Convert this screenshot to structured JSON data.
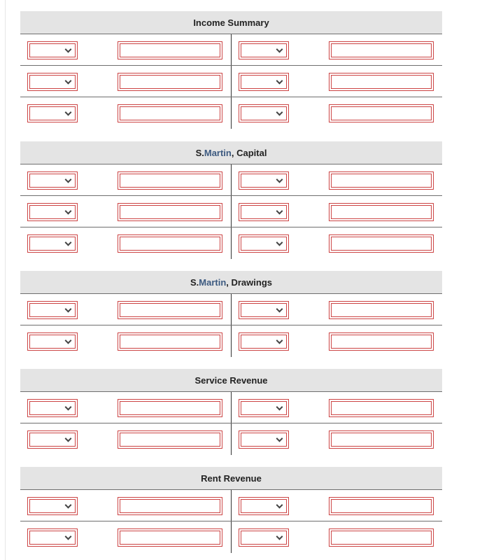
{
  "accounts": [
    {
      "title_pre": "Income Summary",
      "title_accent": "",
      "title_post": "",
      "rows": 3
    },
    {
      "title_pre": "S. ",
      "title_accent": "Martin",
      "title_post": ", Capital",
      "rows": 3
    },
    {
      "title_pre": "S. ",
      "title_accent": "Martin",
      "title_post": ", Drawings",
      "rows": 2
    },
    {
      "title_pre": "Service Revenue",
      "title_accent": "",
      "title_post": "",
      "rows": 2
    },
    {
      "title_pre": "Rent Revenue",
      "title_accent": "",
      "title_post": "",
      "rows": 2
    }
  ],
  "colors": {
    "header_bg": "#e4e4e4",
    "field_border": "#cc4444",
    "accent_text": "#3d5a80"
  },
  "icons": {
    "dropdown": "chevron-down-icon"
  }
}
